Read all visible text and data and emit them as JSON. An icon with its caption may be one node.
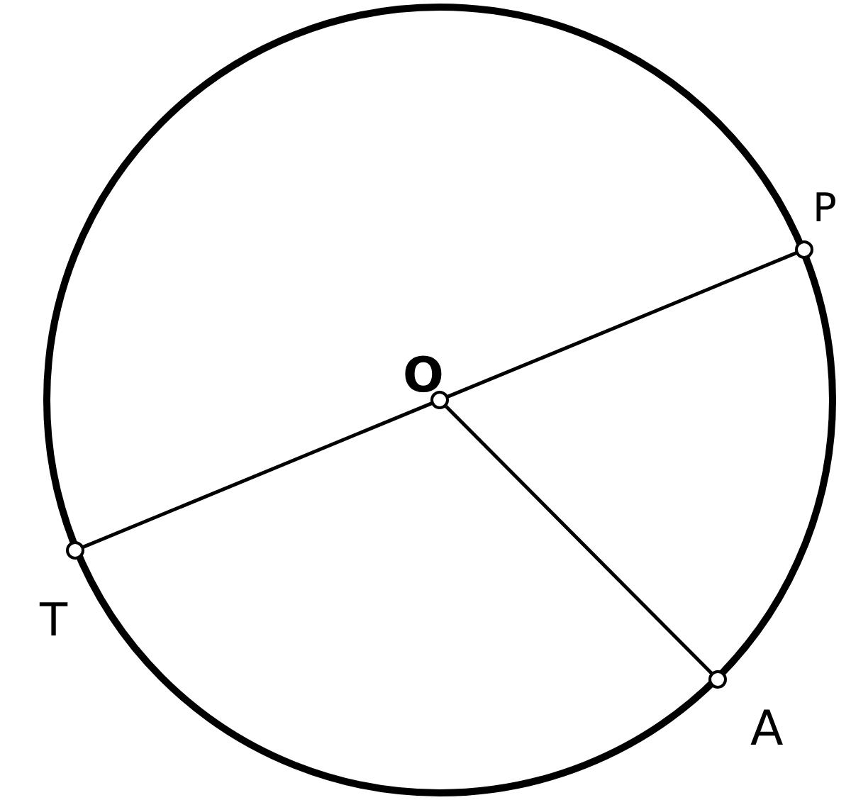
{
  "diagram": {
    "nodes": [
      {
        "text": [
          "P"
        ]
      },
      {
        "text": [
          "O"
        ]
      },
      {
        "text": [
          "T"
        ]
      },
      {
        "text": [
          "A"
        ]
      }
    ],
    "edges": [
      {
        "from": 2,
        "to": 1,
        "arrow": "none"
      },
      {
        "from": 1,
        "to": 0,
        "arrow": "none"
      },
      {
        "from": 1,
        "to": 3,
        "arrow": "none"
      }
    ]
  }
}
